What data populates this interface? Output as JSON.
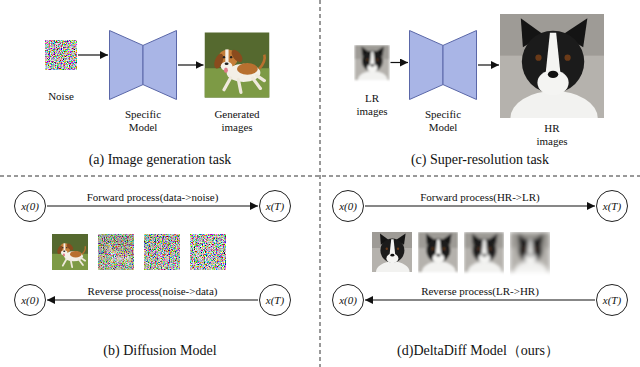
{
  "diagram": {
    "nodes": [
      {
        "text": [
          "Noise"
        ]
      },
      {
        "text": [
          "Specific Model"
        ]
      },
      {
        "text": [
          "Generated images"
        ]
      },
      {
        "text": [
          "LR images"
        ]
      },
      {
        "text": [
          "Specific Model"
        ]
      },
      {
        "text": [
          "HR images"
        ]
      },
      {
        "text": [
          "x(0)"
        ]
      },
      {
        "text": [
          "x(T)"
        ]
      },
      {
        "text": [
          "x(0)"
        ]
      },
      {
        "text": [
          "x(T)"
        ]
      },
      {
        "text": [
          "x(0)"
        ]
      },
      {
        "text": [
          "x(T)"
        ]
      },
      {
        "text": [
          "x(0)"
        ]
      },
      {
        "text": [
          "x(T)"
        ]
      }
    ],
    "edges": [
      {
        "from": 0,
        "to": 1,
        "arrow": "to"
      },
      {
        "from": 1,
        "to": 2,
        "arrow": "to"
      },
      {
        "from": 3,
        "to": 4,
        "arrow": "to"
      },
      {
        "from": 4,
        "to": 5,
        "arrow": "to"
      },
      {
        "from": 6,
        "to": 7,
        "label": "Forward process(data->noise)",
        "arrow": "to"
      },
      {
        "from": 9,
        "to": 8,
        "label": "Reverse process(noise->data)",
        "arrow": "to"
      },
      {
        "from": 10,
        "to": 11,
        "label": "Forward process(HR->LR)",
        "arrow": "to"
      },
      {
        "from": 13,
        "to": 12,
        "label": "Reverse process(LR->HR)",
        "arrow": "to"
      }
    ],
    "labels": [
      "(a) Image generation task",
      "(c) Super-resolution task",
      "(b) Diffusion Model",
      "(d)DeltaDiff Model（ours）"
    ]
  }
}
